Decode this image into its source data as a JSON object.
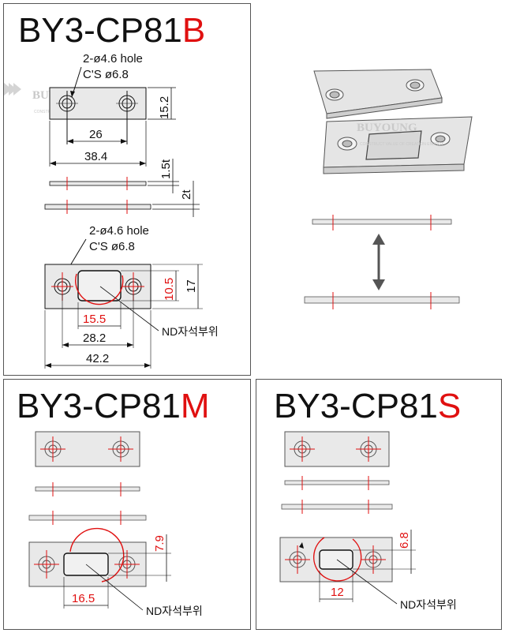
{
  "panels": {
    "b": {
      "title_base": "BY3-CP81",
      "title_suffix": "B",
      "top_callout_line1": "2-ø4.6 hole",
      "top_callout_line2": "C'S ø6.8",
      "dim_height_top": "15.2",
      "dim_hole_spacing_top": "26",
      "dim_length_top": "38.4",
      "dim_thickness_top": "1.5t",
      "dim_thickness_total": "2t",
      "bottom_callout_line1": "2-ø4.6 hole",
      "bottom_callout_line2": "C'S ø6.8",
      "dim_magnet_height": "10.5",
      "dim_height_bottom": "17",
      "dim_magnet_width": "15.5",
      "dim_hole_spacing_bottom": "28.2",
      "dim_length_bottom": "42.2",
      "magnet_label": "ND자석부위"
    },
    "m": {
      "title_base": "BY3-CP81",
      "title_suffix": "M",
      "dim_magnet_height": "7.9",
      "dim_magnet_width": "16.5",
      "magnet_label": "ND자석부위"
    },
    "s": {
      "title_base": "BY3-CP81",
      "title_suffix": "S",
      "dim_magnet_height": "6.8",
      "dim_magnet_width": "12",
      "magnet_label": "ND자석부위"
    }
  },
  "watermark": {
    "brand": "BUYOUNG",
    "tagline": "CONSTRUCT VALUE OF CREATION ENERGY"
  },
  "colors": {
    "accent_red": "#e01010",
    "line": "#111111",
    "plate_fill": "#e9e9e9"
  }
}
